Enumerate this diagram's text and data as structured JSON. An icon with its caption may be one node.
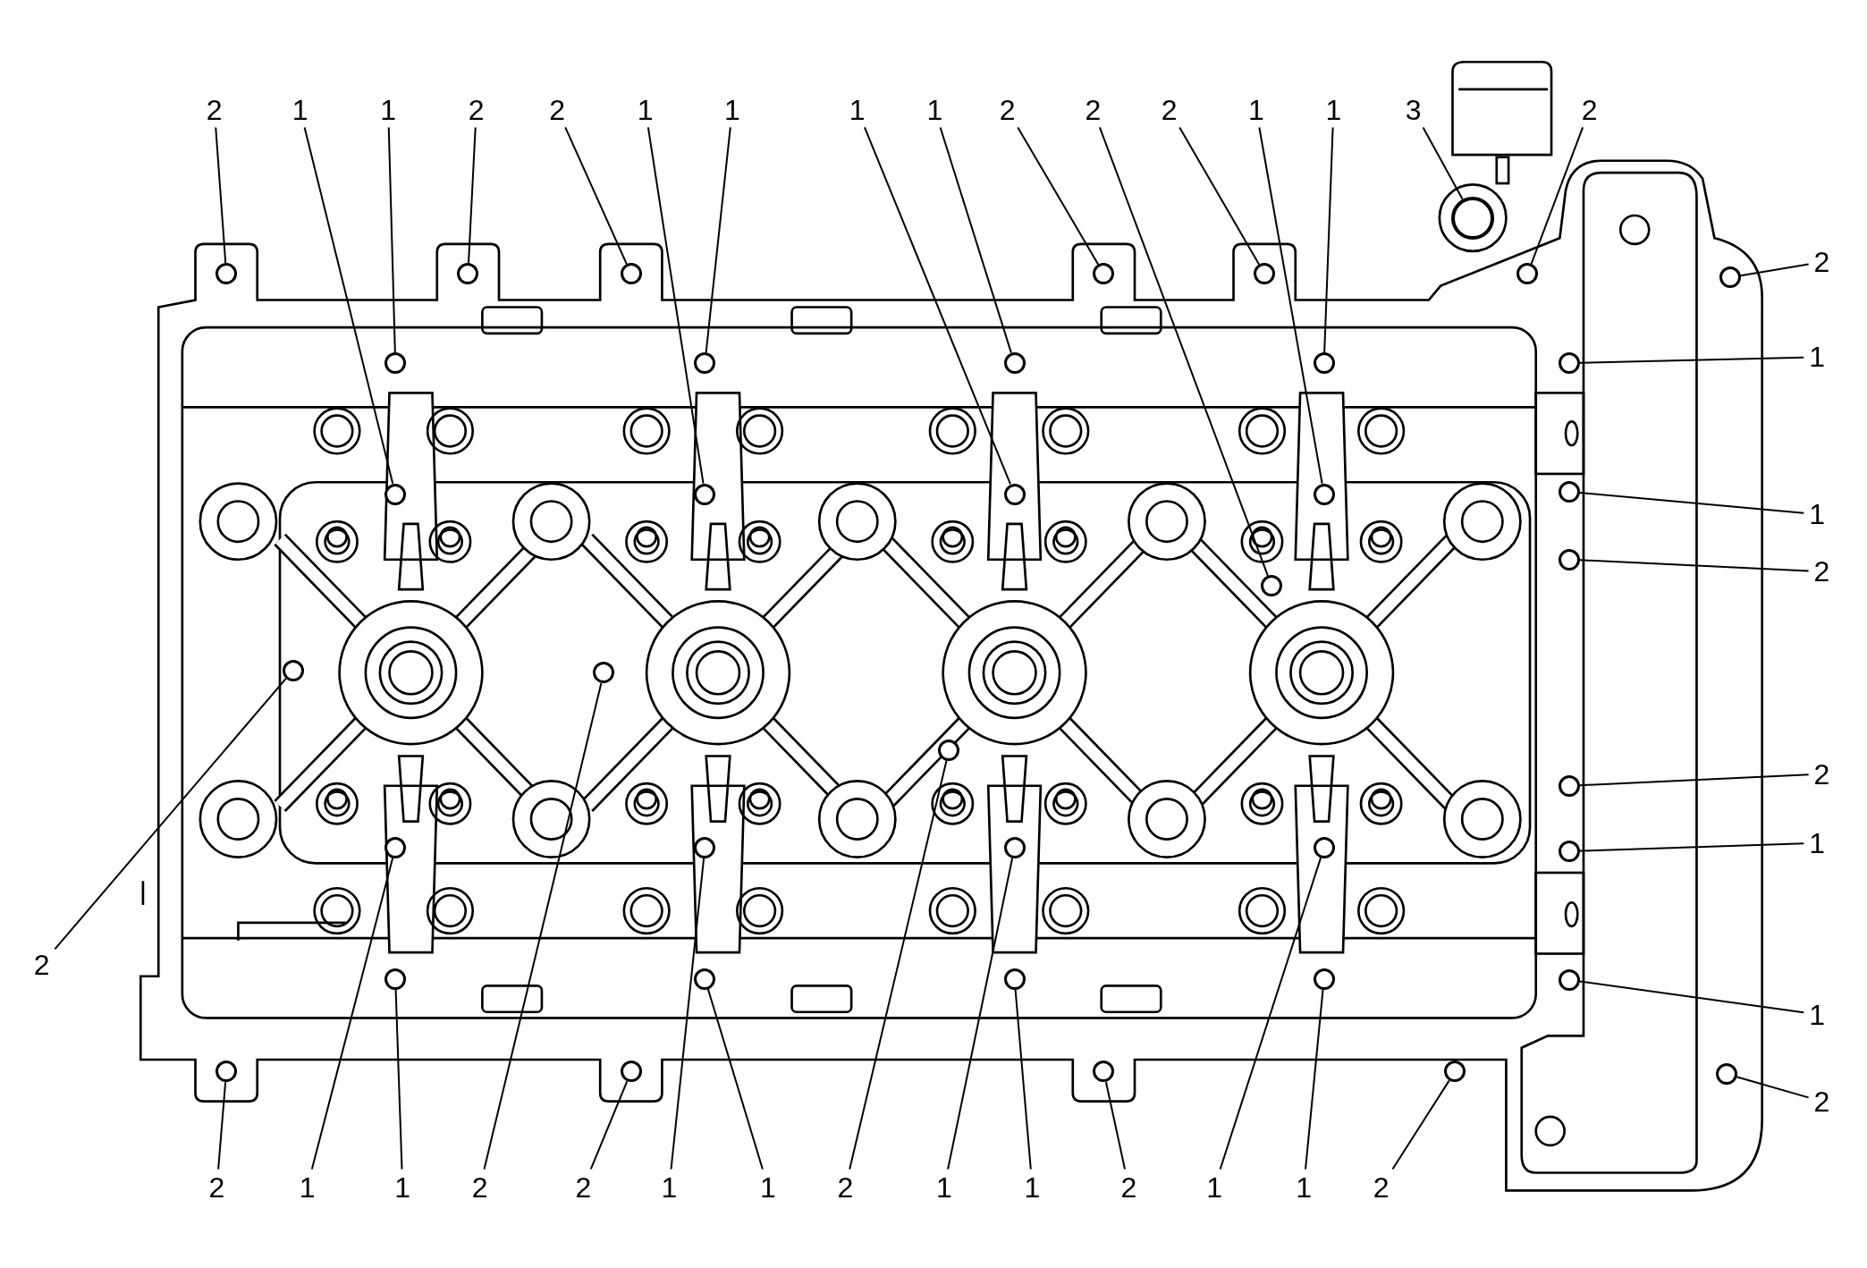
{
  "diagram": {
    "nodes": [
      {
        "text": [
          "2"
        ]
      },
      {
        "text": [
          "1"
        ]
      },
      {
        "text": [
          "1"
        ]
      },
      {
        "text": [
          "2"
        ]
      },
      {
        "text": [
          "2"
        ]
      },
      {
        "text": [
          "1"
        ]
      },
      {
        "text": [
          "1"
        ]
      },
      {
        "text": [
          "1"
        ]
      },
      {
        "text": [
          "1"
        ]
      },
      {
        "text": [
          "2"
        ]
      },
      {
        "text": [
          "2"
        ]
      },
      {
        "text": [
          "2"
        ]
      },
      {
        "text": [
          "1"
        ]
      },
      {
        "text": [
          "1"
        ]
      },
      {
        "text": [
          "3"
        ]
      },
      {
        "text": [
          "2"
        ]
      },
      {
        "text": [
          "2"
        ]
      },
      {
        "text": [
          "1"
        ]
      },
      {
        "text": [
          "1"
        ]
      },
      {
        "text": [
          "2"
        ]
      },
      {
        "text": [
          "2"
        ]
      },
      {
        "text": [
          "1"
        ]
      },
      {
        "text": [
          "1"
        ]
      },
      {
        "text": [
          "2"
        ]
      },
      {
        "text": [
          "2"
        ]
      },
      {
        "text": [
          "2"
        ]
      },
      {
        "text": [
          "1"
        ]
      },
      {
        "text": [
          "1"
        ]
      },
      {
        "text": [
          "2"
        ]
      },
      {
        "text": [
          "2"
        ]
      },
      {
        "text": [
          "1"
        ]
      },
      {
        "text": [
          "1"
        ]
      },
      {
        "text": [
          "2"
        ]
      },
      {
        "text": [
          "1"
        ]
      },
      {
        "text": [
          "1"
        ]
      },
      {
        "text": [
          "2"
        ]
      },
      {
        "text": [
          "1"
        ]
      },
      {
        "text": [
          "1"
        ]
      },
      {
        "text": [
          "2"
        ]
      },
      {
        "text": [],
        "shape": "circle"
      },
      {
        "text": [],
        "shape": "circle"
      },
      {
        "text": [],
        "shape": "circle"
      },
      {
        "text": [],
        "shape": "circle"
      },
      {
        "text": [],
        "shape": "circle"
      },
      {
        "text": [],
        "shape": "circle"
      },
      {
        "text": [],
        "shape": "circle"
      },
      {
        "text": [],
        "shape": "circle"
      },
      {
        "text": [],
        "shape": "circle"
      },
      {
        "text": [],
        "shape": "circle"
      },
      {
        "text": [],
        "shape": "circle"
      },
      {
        "text": [],
        "shape": "circle"
      },
      {
        "text": [],
        "shape": "circle"
      },
      {
        "text": [],
        "shape": "circle"
      },
      {
        "text": [],
        "shape": "circle"
      },
      {
        "text": [],
        "shape": "circle"
      },
      {
        "text": [],
        "shape": "circle"
      },
      {
        "text": [],
        "shape": "circle"
      },
      {
        "text": [],
        "shape": "circle"
      },
      {
        "text": [],
        "shape": "circle"
      },
      {
        "text": [],
        "shape": "circle"
      },
      {
        "text": [],
        "shape": "circle"
      },
      {
        "text": [],
        "shape": "circle"
      },
      {
        "text": [],
        "shape": "circle"
      },
      {
        "text": [],
        "shape": "circle"
      },
      {
        "text": [],
        "shape": "circle"
      },
      {
        "text": [],
        "shape": "circle"
      },
      {
        "text": [],
        "shape": "circle"
      },
      {
        "text": [],
        "shape": "circle"
      },
      {
        "text": [],
        "shape": "circle"
      },
      {
        "text": [],
        "shape": "circle"
      },
      {
        "text": [],
        "shape": "circle"
      },
      {
        "text": [],
        "shape": "circle"
      },
      {
        "text": [],
        "shape": "circle"
      },
      {
        "text": [],
        "shape": "circle"
      },
      {
        "text": [],
        "shape": "circle"
      },
      {
        "text": [],
        "shape": "circle"
      },
      {
        "text": [],
        "shape": "circle"
      },
      {
        "text": [],
        "shape": "circle"
      }
    ],
    "edges": [
      {
        "from": 0,
        "to": 39,
        "arrow": "none"
      },
      {
        "from": 1,
        "to": 40,
        "arrow": "none"
      },
      {
        "from": 2,
        "to": 41,
        "arrow": "none"
      },
      {
        "from": 3,
        "to": 42,
        "arrow": "none"
      },
      {
        "from": 4,
        "to": 43,
        "arrow": "none"
      },
      {
        "from": 5,
        "to": 44,
        "arrow": "none"
      },
      {
        "from": 6,
        "to": 45,
        "arrow": "none"
      },
      {
        "from": 7,
        "to": 46,
        "arrow": "none"
      },
      {
        "from": 8,
        "to": 47,
        "arrow": "none"
      },
      {
        "from": 9,
        "to": 48,
        "arrow": "none"
      },
      {
        "from": 10,
        "to": 49,
        "arrow": "none"
      },
      {
        "from": 11,
        "to": 50,
        "arrow": "none"
      },
      {
        "from": 12,
        "to": 51,
        "arrow": "none"
      },
      {
        "from": 13,
        "to": 52,
        "arrow": "none"
      },
      {
        "from": 14,
        "to": 53,
        "arrow": "none"
      },
      {
        "from": 15,
        "to": 54,
        "arrow": "none"
      },
      {
        "from": 16,
        "to": 55,
        "arrow": "none"
      },
      {
        "from": 17,
        "to": 56,
        "arrow": "none"
      },
      {
        "from": 18,
        "to": 57,
        "arrow": "none"
      },
      {
        "from": 19,
        "to": 58,
        "arrow": "none"
      },
      {
        "from": 20,
        "to": 59,
        "arrow": "none"
      },
      {
        "from": 21,
        "to": 60,
        "arrow": "none"
      },
      {
        "from": 22,
        "to": 61,
        "arrow": "none"
      },
      {
        "from": 23,
        "to": 62,
        "arrow": "none"
      },
      {
        "from": 24,
        "to": 63,
        "arrow": "none"
      },
      {
        "from": 25,
        "to": 64,
        "arrow": "none"
      },
      {
        "from": 26,
        "to": 65,
        "arrow": "none"
      },
      {
        "from": 27,
        "to": 66,
        "arrow": "none"
      },
      {
        "from": 28,
        "to": 67,
        "arrow": "none"
      },
      {
        "from": 29,
        "to": 68,
        "arrow": "none"
      },
      {
        "from": 30,
        "to": 69,
        "arrow": "none"
      },
      {
        "from": 31,
        "to": 70,
        "arrow": "none"
      },
      {
        "from": 32,
        "to": 71,
        "arrow": "none"
      },
      {
        "from": 33,
        "to": 72,
        "arrow": "none"
      },
      {
        "from": 34,
        "to": 73,
        "arrow": "none"
      },
      {
        "from": 35,
        "to": 74,
        "arrow": "none"
      },
      {
        "from": 36,
        "to": 75,
        "arrow": "none"
      },
      {
        "from": 37,
        "to": 76,
        "arrow": "none"
      },
      {
        "from": 38,
        "to": 77,
        "arrow": "none"
      }
    ]
  }
}
